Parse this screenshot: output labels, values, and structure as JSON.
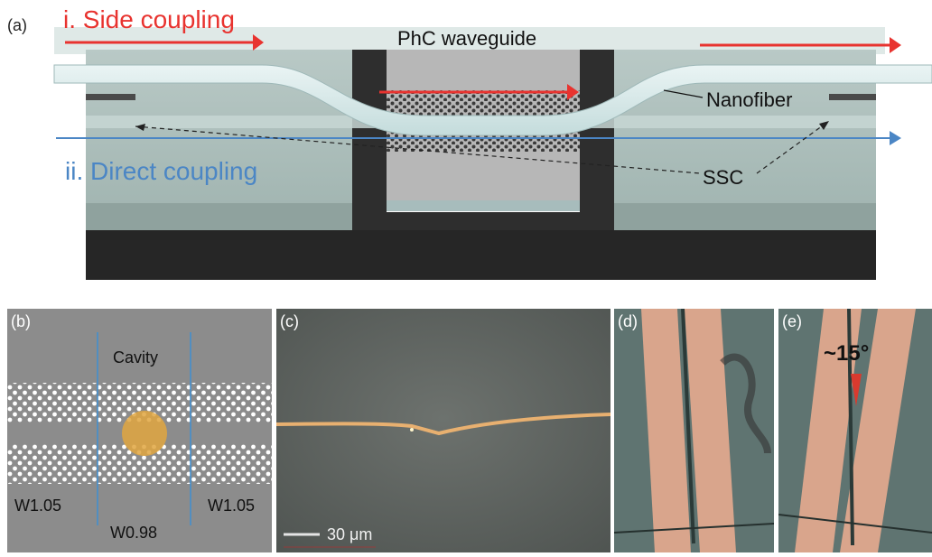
{
  "panel_a": {
    "label": "(a)",
    "side_coupling": "i. Side coupling",
    "direct_coupling": "ii. Direct coupling",
    "phc_waveguide": "PhC waveguide",
    "nanofiber": "Nanofiber",
    "ssc": "SSC",
    "colors": {
      "side": "#e8332f",
      "direct": "#4b86c5"
    }
  },
  "panel_b": {
    "label": "(b)",
    "cavity": "Cavity",
    "w_left": "W1.05",
    "w_right": "W1.05",
    "w_center": "W0.98"
  },
  "panel_c": {
    "label": "(c)",
    "scale_bar": "30 μm"
  },
  "panel_d": {
    "label": "(d)"
  },
  "panel_e": {
    "label": "(e)",
    "angle": "~15°"
  }
}
